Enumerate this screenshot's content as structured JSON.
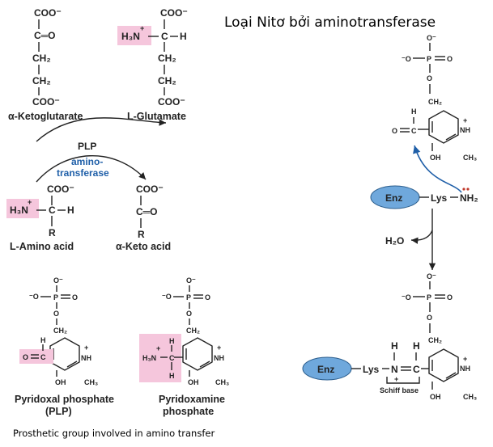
{
  "title": "Loại  Nitơ bởi aminotransferase",
  "caption": "Prosthetic group involved in amino transfer",
  "reaction": {
    "alpha_ketoglutarate": "α-Ketoglutarate",
    "l_glutamate": "L-Glutamate",
    "l_amino_acid": "L-Amino  acid",
    "alpha_keto_acid": "α-Keto acid",
    "cofactor": "PLP",
    "enzyme_line1": "amino-",
    "enzyme_line2": "transferase",
    "coo": "COO⁻",
    "ch2": "CH₂",
    "c_eq_o": "C═O",
    "h3n": "H₃N",
    "h": "H",
    "r": "R",
    "c": "C"
  },
  "structures": {
    "plp_name_line1": "Pyridoxal phosphate",
    "plp_name_line2": "(PLP)",
    "pmp_name_line1": "Pyridoxamine",
    "pmp_name_line2": "phosphate",
    "o_minus": "O⁻",
    "o_minus_left": "⁻O",
    "p": "P",
    "o": "O",
    "ch2": "CH₂",
    "oh": "OH",
    "ch3": "CH₃",
    "nh": "NH",
    "h": "H",
    "h3n": "H₃N",
    "plus": "+"
  },
  "mechanism": {
    "enz": "Enz",
    "lys": "Lys",
    "nh2": "NH₂",
    "water": "H₂O",
    "schiff_base": "Schiff base",
    "n": "N",
    "c": "C",
    "h": "H"
  },
  "colors": {
    "highlight": "#f5c6dc",
    "enzyme": "#6fa8dc",
    "arrow_blue": "#1f5fa8",
    "lone_pair": "#c0392b"
  }
}
